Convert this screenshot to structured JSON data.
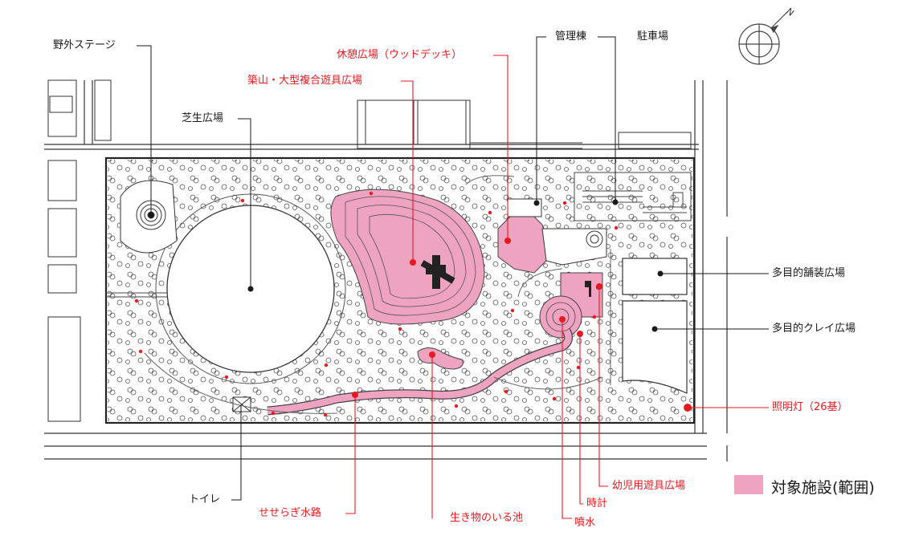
{
  "labels": {
    "outdoor_stage": "野外ステージ",
    "lawn_plaza": "芝生広場",
    "rest_plaza": "休憩広場（ウッドデッキ）",
    "mound_play": "築山・大型複合遊具広場",
    "admin_building": "管理棟",
    "parking": "駐車場",
    "paved_plaza": "多目的舗装広場",
    "clay_plaza": "多目的クレイ広場",
    "lighting": "照明灯（26基）",
    "toilet": "トイレ",
    "stream": "せせらぎ水路",
    "pond": "生き物のいる池",
    "fountain": "噴水",
    "clock": "時計",
    "toddler_play": "幼児用遊具広場",
    "north": "N"
  },
  "legend": {
    "label": "対象施設(範囲)",
    "color": "#eea3c1"
  },
  "colors": {
    "highlight": "#eea3c1",
    "red": "#e8191f",
    "line": "#1a1a1a"
  }
}
